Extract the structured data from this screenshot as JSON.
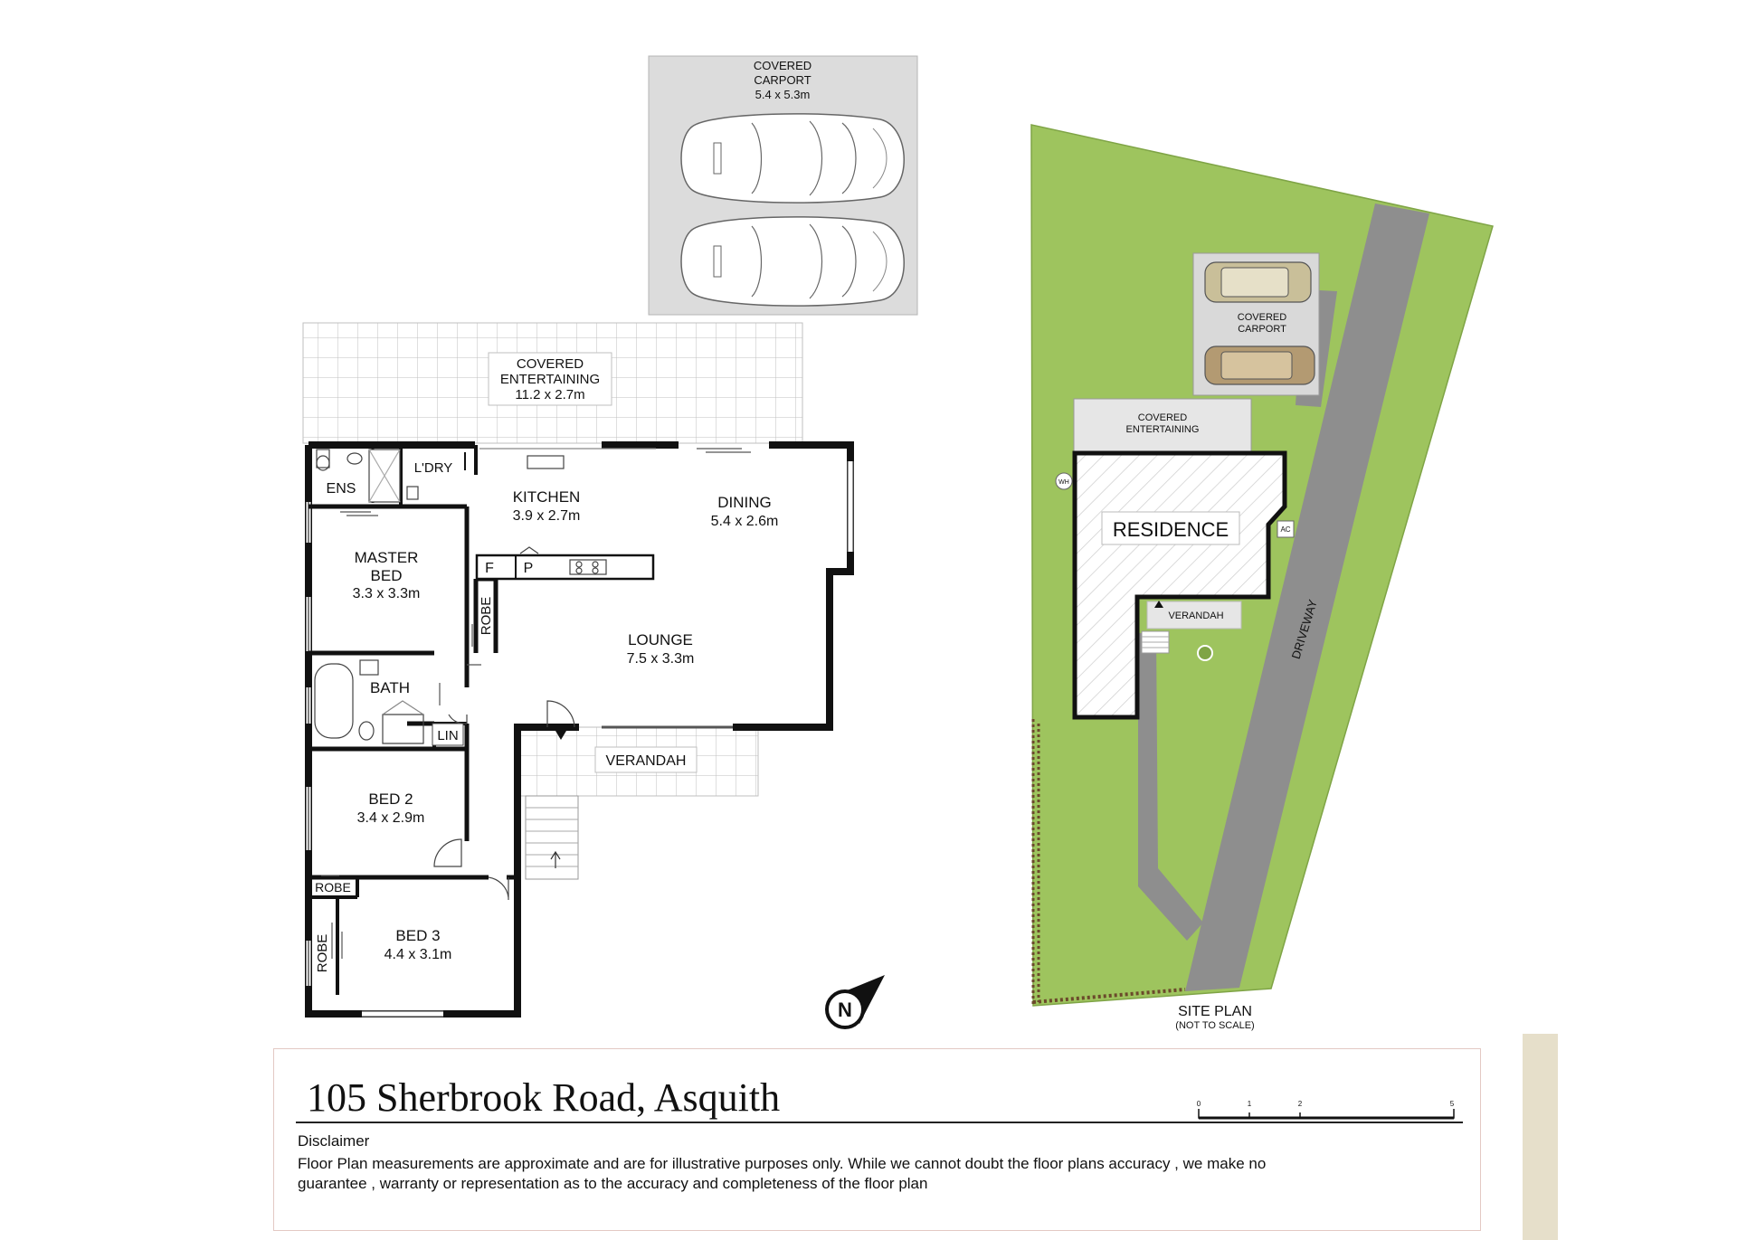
{
  "floor_plan": {
    "rooms": {
      "carport": {
        "name_line1": "COVERED",
        "name_line2": "CARPORT",
        "size": "5.4 x 5.3m"
      },
      "entertaining": {
        "name_line1": "COVERED",
        "name_line2": "ENTERTAINING",
        "size": "11.2 x 2.7m"
      },
      "ensuite": {
        "name": "ENS"
      },
      "laundry": {
        "name": "L'DRY"
      },
      "kitchen": {
        "name": "KITCHEN",
        "size": "3.9 x 2.7m"
      },
      "dining": {
        "name": "DINING",
        "size": "5.4 x 2.6m"
      },
      "master": {
        "name_line1": "MASTER",
        "name_line2": "BED",
        "size": "3.3 x 3.3m"
      },
      "fridge": {
        "name": "F"
      },
      "pantry": {
        "name": "P"
      },
      "master_robe": {
        "name": "ROBE"
      },
      "lounge": {
        "name": "LOUNGE",
        "size": "7.5 x 3.3m"
      },
      "bath": {
        "name": "BATH"
      },
      "linen": {
        "name": "LIN"
      },
      "verandah": {
        "name": "VERANDAH"
      },
      "bed2": {
        "name": "BED 2",
        "size": "3.4 x 2.9m"
      },
      "bed2_robe": {
        "name": "ROBE"
      },
      "bed3": {
        "name": "BED 3",
        "size": "4.4 x 3.1m"
      },
      "bed3_robe": {
        "name": "ROBE"
      }
    },
    "compass": {
      "letter": "N"
    }
  },
  "site_plan": {
    "carport_line1": "COVERED",
    "carport_line2": "CARPORT",
    "entertaining_line1": "COVERED",
    "entertaining_line2": "ENTERTAINING",
    "residence": "RESIDENCE",
    "verandah": "VERANDAH",
    "driveway": "DRIVEWAY",
    "wh_tag": "WH",
    "ac_tag": "AC",
    "title": "SITE PLAN",
    "subtitle": "(NOT TO SCALE)",
    "colors": {
      "lawn": "#9ec45e",
      "lawn_edge": "#7fa446",
      "driveway": "#8e8e8e",
      "paving": "#e6e6e6",
      "garden": "#6b4a2b"
    }
  },
  "footer": {
    "address": "105 Sherbrook Road, Asquith",
    "disclaimer_title": "Disclaimer",
    "disclaimer_text": "Floor Plan measurements are approximate and are for illustrative purposes only. While we cannot doubt the floor plans accuracy , we make no guarantee , warranty or representation as to the accuracy and completeness of the floor plan",
    "scale_labels": [
      "0",
      "1",
      "2",
      "5"
    ]
  }
}
